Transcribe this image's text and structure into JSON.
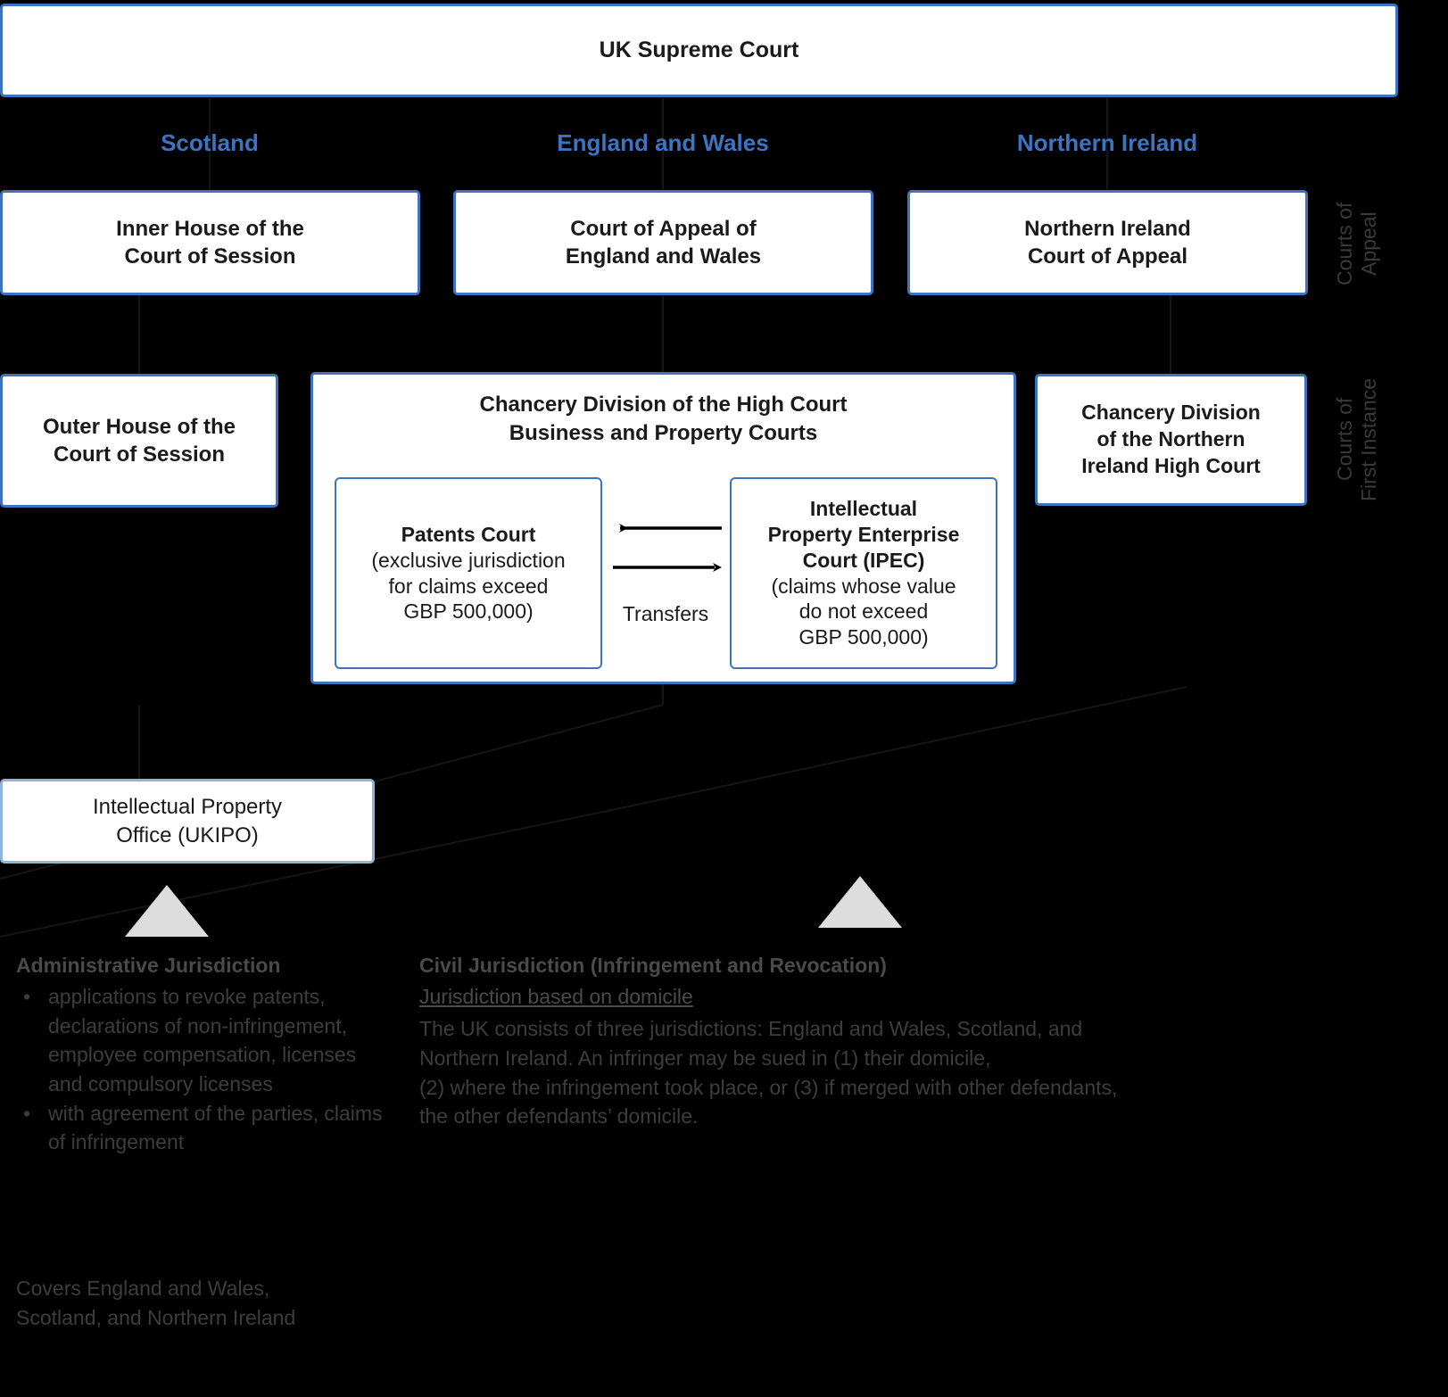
{
  "diagram": {
    "title": "UK Intellectual Property Court Hierarchy",
    "accent_color": "#3e74bf",
    "box_border_light": "#8db3df",
    "triangle_color": "#dddddd",
    "background": "#000000"
  },
  "supreme": {
    "label": "UK Supreme Court"
  },
  "regions": [
    {
      "name": "scotland",
      "label": "Scotland"
    },
    {
      "name": "england-and-wales",
      "label": "England and Wales"
    },
    {
      "name": "northern-ireland",
      "label": "Northern Ireland"
    }
  ],
  "side_labels": {
    "appeal": "Courts of\nAppeal",
    "first_instance": "Courts of\nFirst Instance"
  },
  "appeal_courts": [
    {
      "name": "inner-house",
      "label": "Inner House of the\nCourt of Session"
    },
    {
      "name": "court-of-appeal-england-wales",
      "label": "Court of Appeal of\nEngland and Wales"
    },
    {
      "name": "northern-ireland-court-of-appeal",
      "label": "Northern Ireland\nCourt of Appeal"
    }
  ],
  "first_instance": {
    "scotland": {
      "label": "Outer House of the\nCourt of Session"
    },
    "england_wales": {
      "heading_line1": "Chancery Division of the High Court",
      "heading_line2": "Business and Property Courts",
      "patents_court": {
        "title": "Patents Court",
        "detail": "(exclusive jurisdiction\nfor claims exceed\nGBP 500,000)"
      },
      "ipec_court": {
        "title": "Intellectual\nProperty Enterprise\nCourt (IPEC)",
        "detail": "(claims whose value\ndo not exceed\nGBP 500,000)"
      },
      "transfers_label": "Transfers"
    },
    "northern_ireland": {
      "label": "Chancery Division\nof the Northern\nIreland High Court"
    }
  },
  "ukipo": {
    "label": "Intellectual Property\nOffice (UKIPO)"
  },
  "notes": {
    "administrative": {
      "heading": "Administrative Jurisdiction",
      "bullets": [
        "applications to revoke patents, declarations of non-infringement, employee compensation, licenses and compulsory licenses",
        "with agreement of the parties, claims of infringement"
      ],
      "footer": "Covers England and Wales,\nScotland, and Northern Ireland"
    },
    "civil": {
      "heading": "Civil Jurisdiction (Infringement and Revocation)",
      "subheading": "Jurisdiction based on domicile",
      "body": "The UK consists of three jurisdictions: England and Wales, Scotland, and\nNorthern Ireland. An infringer may be sued in (1) their domicile,\n(2) where the infringement took place, or (3) if merged with other defendants,\nthe other defendants’ domicile."
    }
  }
}
